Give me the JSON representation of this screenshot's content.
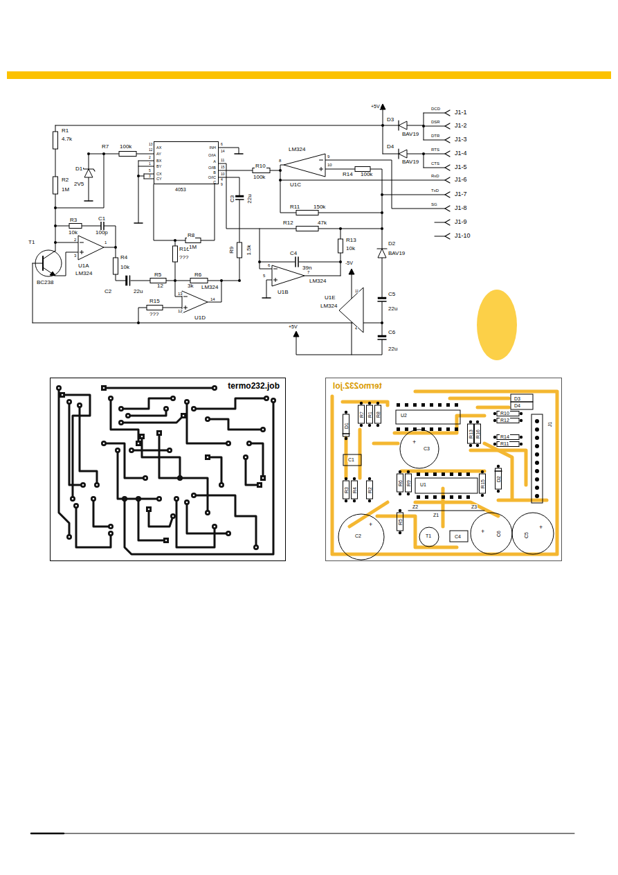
{
  "diagram": {
    "nodes": [
      {
        "text": [
          "INH",
          "AX",
          "AY",
          "O/IA",
          "BX",
          "BY",
          "O/IB",
          "CX",
          "CY",
          "O/IC",
          "A",
          "B",
          "C",
          "4053"
        ]
      },
      {
        "text": [
          "termo232.job"
        ]
      },
      {
        "text": [
          "termo232.jol"
        ]
      }
    ],
    "labels": [
      "+5V",
      "D3",
      "BAV19",
      "D4",
      "BAV19",
      "DCD",
      "DSR",
      "DTR",
      "RTS",
      "CTS",
      "RxD",
      "TxD",
      "SG",
      "J1-1",
      "J1-2",
      "J1-3",
      "J1-4",
      "J1-5",
      "J1-6",
      "J1-7",
      "J1-8",
      "J1-9",
      "J1-10",
      "R1",
      "4.7k",
      "R2",
      "1M",
      "R7",
      "100k",
      "D1",
      "2V5",
      "R3",
      "10k",
      "C1",
      "100p",
      "U1A",
      "LM324",
      "2",
      "3",
      "1",
      "R4",
      "10k",
      "T1",
      "BC238",
      "C2",
      "22u",
      "R5",
      "12",
      "R16",
      "???",
      "R8",
      "1M",
      "R6",
      "3k",
      "R9",
      "1.5k",
      "C3",
      "22u",
      "LM324",
      "U1D",
      "13",
      "12",
      "14",
      "R15",
      "???",
      "13",
      "12",
      "2",
      "1",
      "5",
      "3",
      "6",
      "14",
      "11",
      "15",
      "10",
      "4",
      "9",
      "R10",
      "100k",
      "LM324",
      "U1C",
      "8",
      "9",
      "10",
      "R14",
      "100k",
      "R11",
      "150k",
      "R12",
      "47k",
      "R13",
      "10k",
      "D2",
      "BAV19",
      "C4",
      "39n",
      "6",
      "5",
      "7",
      "LM324",
      "U1B",
      "-5V",
      "11",
      "4",
      "U1E",
      "LM324",
      "C5",
      "22u",
      "+5V",
      "C6",
      "22u",
      "R7",
      "R1",
      "R8",
      "D1",
      "U2",
      "+",
      "C3",
      "R13",
      "R16",
      "D3",
      "D4",
      "R10",
      "R12",
      "R14",
      "R11",
      "J1",
      "C1",
      "R3",
      "R4",
      "R2",
      "R6",
      "R9",
      "U1",
      "R15",
      "D2",
      "Z2",
      "Z1",
      "Z3",
      "+",
      "C2",
      "R5",
      "T1",
      "C4",
      "+",
      "C6",
      "+",
      "C5"
    ]
  }
}
